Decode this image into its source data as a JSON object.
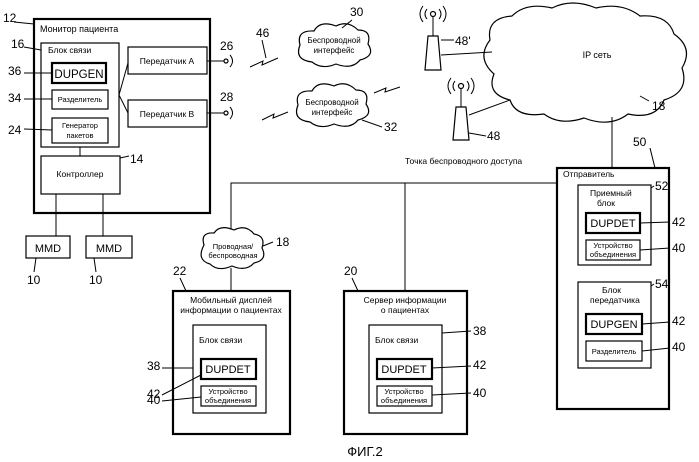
{
  "figure_caption": "ФИГ.2",
  "patient_monitor": {
    "title": "Монитор пациента",
    "ref": "12",
    "comm_block": {
      "title": "Блок связи",
      "ref": "16"
    },
    "dupgen": {
      "label": "DUPGEN",
      "ref": "36"
    },
    "splitter": {
      "label": "Разделитель",
      "ref": "34"
    },
    "packet_gen": {
      "line1": "Генератор",
      "line2": "пакетов",
      "ref": "24"
    },
    "controller": {
      "label": "Контроллер",
      "ref": "14"
    },
    "transmitter_a": {
      "label": "Передатчик А",
      "ref": "26"
    },
    "transmitter_b": {
      "label": "Передатчик В",
      "ref": "28"
    }
  },
  "mmd": [
    {
      "label": "MMD",
      "ref": "10"
    },
    {
      "label": "MMD",
      "ref": "10"
    }
  ],
  "wireless_links": {
    "ref_top": "46"
  },
  "wireless_iface_1": {
    "line1": "Беспроводной",
    "line2": "интерфейс",
    "ref": "30"
  },
  "wireless_iface_2": {
    "line1": "Беспроводной",
    "line2": "интерфейс",
    "ref": "32"
  },
  "access_points": {
    "ref_top": "48'",
    "ref_bottom": "48",
    "caption": "Точка беспроводного доступа"
  },
  "ip_network": {
    "label": "IP сеть",
    "ref": "18"
  },
  "wired_wireless": {
    "line1": "Проводная/",
    "line2": "беспроводная",
    "ref": "18"
  },
  "sender": {
    "title": "Отправитель",
    "ref": "50",
    "receiver": {
      "line1": "Приемный",
      "line2": "блок",
      "ref": "52",
      "dupdet": {
        "label": "DUPDET",
        "ref": "42"
      },
      "combiner": {
        "line1": "Устройство",
        "line2": "объединения",
        "ref": "40"
      }
    },
    "transmitter_unit": {
      "line1": "Блок",
      "line2": "передатчика",
      "ref": "54",
      "dupgen": {
        "label": "DUPGEN",
        "ref": "42"
      },
      "splitter": {
        "label": "Разделитель",
        "ref": "40"
      }
    }
  },
  "mobile_display": {
    "line1": "Мобильный дисплей",
    "line2": "информации о пациентах",
    "ref": "22",
    "comm": {
      "title": "Блок связи",
      "ref": "38",
      "dupdet": {
        "label": "DUPDET",
        "ref": "42"
      },
      "combiner": {
        "line1": "Устройство",
        "line2": "объединения",
        "ref": "40"
      }
    }
  },
  "server": {
    "line1": "Сервер информации",
    "line2": "о пациентах",
    "ref": "20",
    "comm": {
      "title": "Блок связи",
      "ref": "38",
      "dupdet": {
        "label": "DUPDET",
        "ref": "42"
      },
      "combiner": {
        "line1": "Устройство",
        "line2": "объединения",
        "ref": "40"
      }
    }
  }
}
